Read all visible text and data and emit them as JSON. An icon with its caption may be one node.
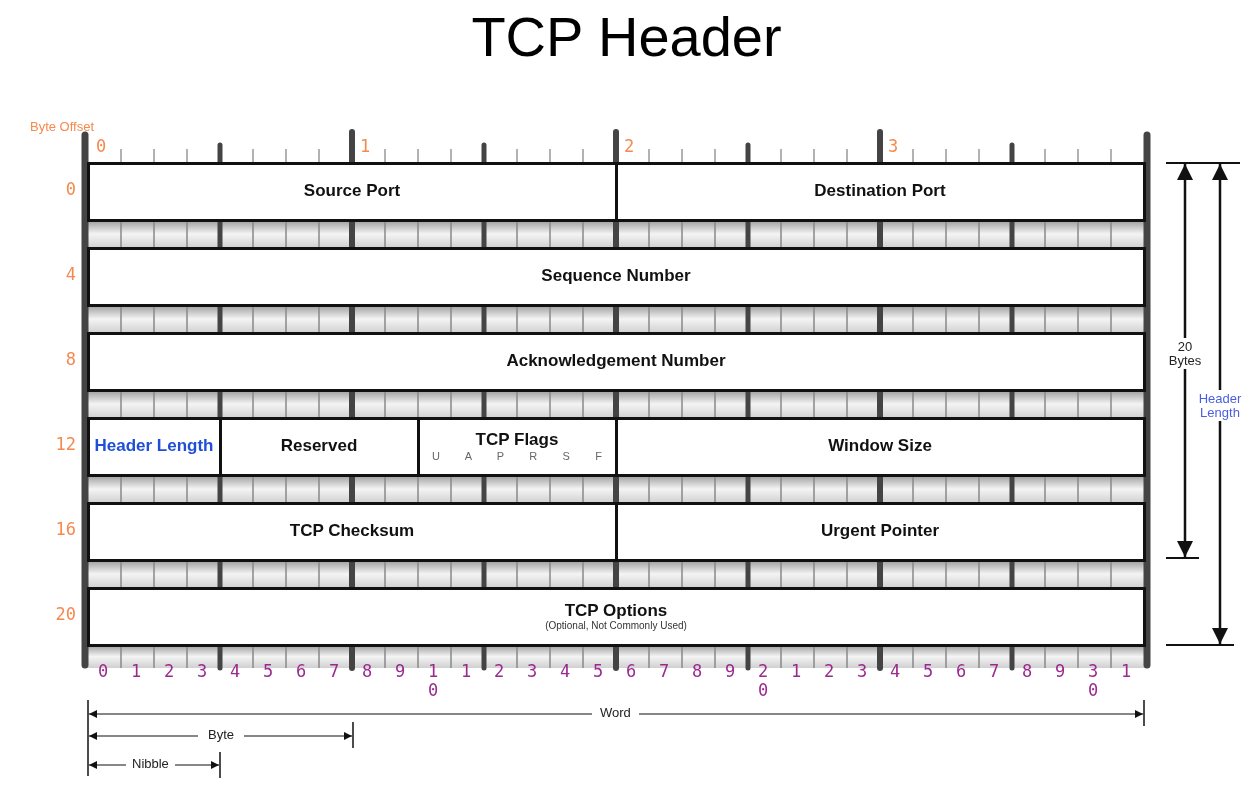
{
  "diagram": {
    "title": "TCP Header",
    "nodes": [
      {
        "text": [
          "Source Port"
        ]
      },
      {
        "text": [
          "Destination Port"
        ]
      },
      {
        "text": [
          "Sequence Number"
        ]
      },
      {
        "text": [
          "Acknowledgement Number"
        ]
      },
      {
        "text": [
          "Header Length"
        ]
      },
      {
        "text": [
          "Reserved"
        ]
      },
      {
        "text": [
          "TCP Flags",
          "U A P R S F"
        ]
      },
      {
        "text": [
          "Window Size"
        ]
      },
      {
        "text": [
          "TCP Checksum"
        ]
      },
      {
        "text": [
          "Urgent Pointer"
        ]
      },
      {
        "text": [
          "TCP Options",
          "(Optional, Not Commonly Used)"
        ]
      }
    ],
    "labels": [
      "Byte Offset",
      "0",
      "1",
      "2",
      "3",
      "0",
      "4",
      "8",
      "12",
      "16",
      "20",
      "0",
      "1",
      "2",
      "3",
      "4",
      "5",
      "6",
      "7",
      "8",
      "9",
      "10",
      "1",
      "2",
      "3",
      "4",
      "5",
      "6",
      "7",
      "8",
      "9",
      "20",
      "1",
      "2",
      "3",
      "4",
      "5",
      "6",
      "7",
      "8",
      "9",
      "30",
      "1",
      "Word",
      "Byte",
      "Nibble",
      "20 Bytes",
      "Header Length"
    ]
  }
}
